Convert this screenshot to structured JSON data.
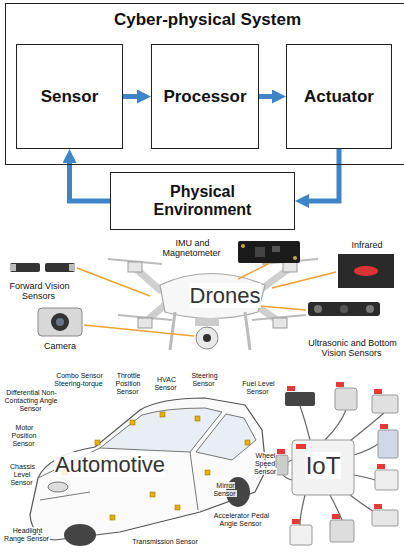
{
  "diagram": {
    "nodes": [
      {
        "text": [
          "Cyber-physical System"
        ]
      },
      {
        "text": [
          "Sensor"
        ],
        "in": 0
      },
      {
        "text": [
          "Processor"
        ],
        "in": 0
      },
      {
        "text": [
          "Actuator"
        ],
        "in": 0
      },
      {
        "text": [
          "Physical Environment"
        ]
      }
    ],
    "edges": [
      {
        "from": 1,
        "to": 2,
        "arrow": "to"
      },
      {
        "from": 2,
        "to": 3,
        "arrow": "to"
      },
      {
        "from": 3,
        "to": 4,
        "arrow": "to"
      },
      {
        "from": 4,
        "to": 1,
        "arrow": "to"
      }
    ],
    "labels": [
      "IMU and Magnetometer",
      "Forward Vision Sensors",
      "Infrared",
      "Drones",
      "Camera",
      "Ultrasonic and Bottom Vision Sensors",
      "Automotive",
      "Combo Sensor Steering-torque",
      "Throttle Position Sensor",
      "HVAC Sensor",
      "Steering Sensor",
      "Differential Non-Contacting Angle Sensor",
      "Motor Position Sensor",
      "Fuel Level Sensor",
      "Chassis Level Sensor",
      "Wheel Speed Sensor",
      "Mirror Sensor",
      "Accelerator Pedal Angle Sensor",
      "Headlight Range Sensor",
      "Transmission Sensor",
      "IoT"
    ]
  }
}
